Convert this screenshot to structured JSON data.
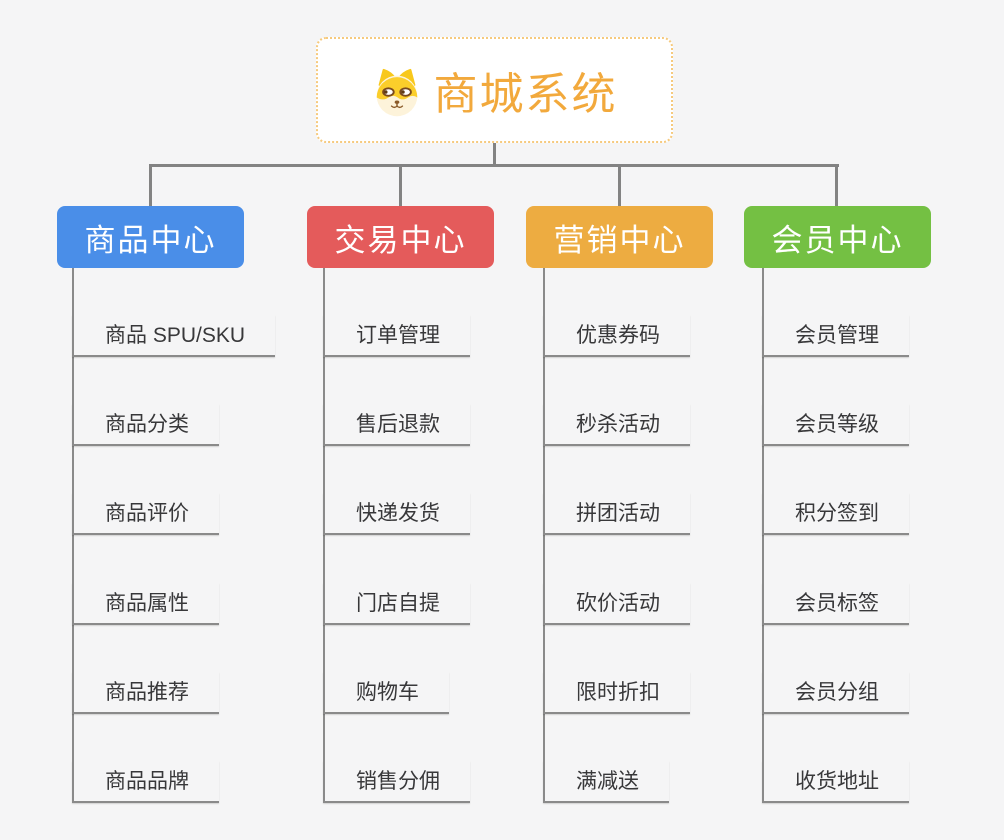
{
  "page": {
    "background_color": "#f5f5f6",
    "connector_color": "#838383"
  },
  "root": {
    "title": "商城系统",
    "icon": "shiba-dog-face-icon",
    "text_color": "#f2a93c",
    "border_color": "#f6ca7e",
    "background_color": "#ffffff"
  },
  "branches": [
    {
      "label": "商品中心",
      "color": "#4a8ee8",
      "items": [
        "商品 SPU/SKU",
        "商品分类",
        "商品评价",
        "商品属性",
        "商品推荐",
        "商品品牌"
      ]
    },
    {
      "label": "交易中心",
      "color": "#e45b5b",
      "items": [
        "订单管理",
        "售后退款",
        "快递发货",
        "门店自提",
        "购物车",
        "销售分佣"
      ]
    },
    {
      "label": "营销中心",
      "color": "#edac41",
      "items": [
        "优惠券码",
        "秒杀活动",
        "拼团活动",
        "砍价活动",
        "限时折扣",
        "满减送"
      ]
    },
    {
      "label": "会员中心",
      "color": "#74c043",
      "items": [
        "会员管理",
        "会员等级",
        "积分签到",
        "会员标签",
        "会员分组",
        "收货地址"
      ]
    }
  ]
}
